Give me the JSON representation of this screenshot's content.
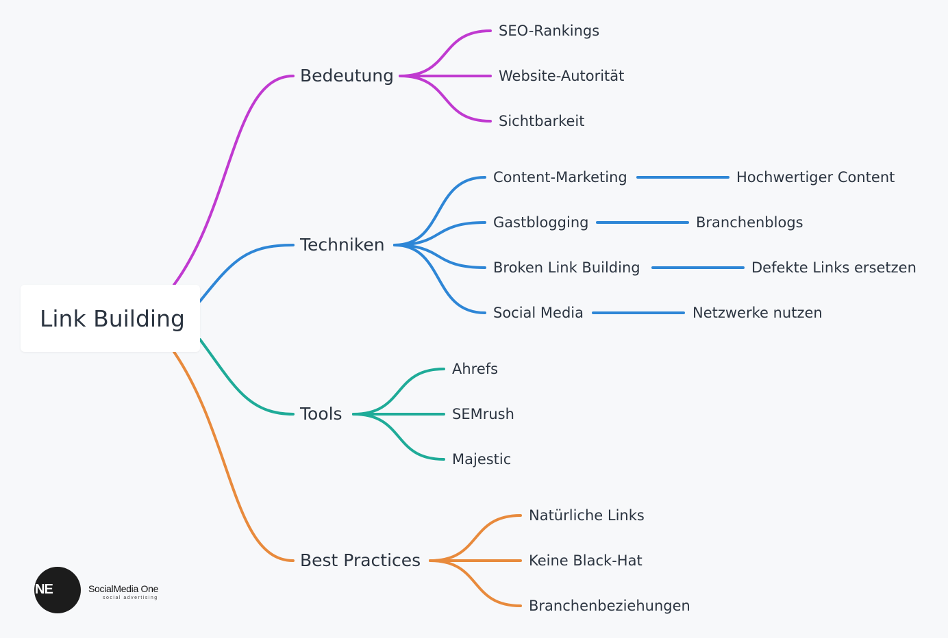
{
  "root": {
    "label": "Link Building"
  },
  "branches": [
    {
      "label": "Bedeutung",
      "color": "#c03ad0",
      "children": [
        {
          "label": "SEO-Rankings"
        },
        {
          "label": "Website-Autorität"
        },
        {
          "label": "Sichtbarkeit"
        }
      ]
    },
    {
      "label": "Techniken",
      "color": "#2e86d6",
      "children": [
        {
          "label": "Content-Marketing",
          "children": [
            {
              "label": "Hochwertiger Content"
            }
          ]
        },
        {
          "label": "Gastblogging",
          "children": [
            {
              "label": "Branchenblogs"
            }
          ]
        },
        {
          "label": "Broken Link Building",
          "children": [
            {
              "label": "Defekte Links ersetzen"
            }
          ]
        },
        {
          "label": "Social Media",
          "children": [
            {
              "label": "Netzwerke nutzen"
            }
          ]
        }
      ]
    },
    {
      "label": "Tools",
      "color": "#1fab98",
      "children": [
        {
          "label": "Ahrefs"
        },
        {
          "label": "SEMrush"
        },
        {
          "label": "Majestic"
        }
      ]
    },
    {
      "label": "Best Practices",
      "color": "#e88a3c",
      "children": [
        {
          "label": "Natürliche Links"
        },
        {
          "label": "Keine Black-Hat"
        },
        {
          "label": "Branchenbeziehungen"
        }
      ]
    }
  ],
  "logo": {
    "mark": "NE",
    "name": "SocialMedia One",
    "tagline": "social advertising"
  }
}
